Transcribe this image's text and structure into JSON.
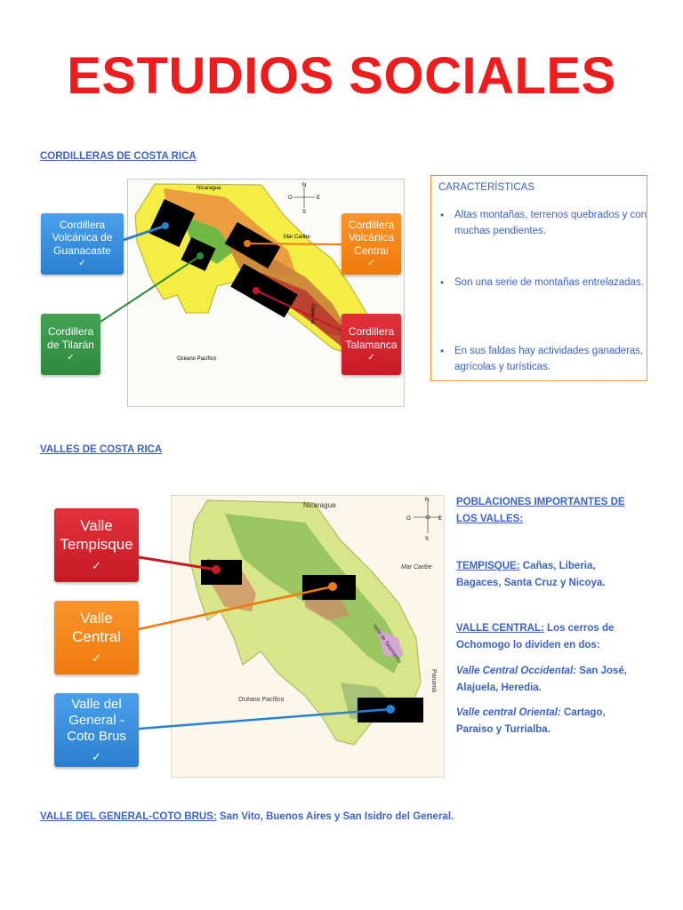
{
  "title": "ESTUDIOS SOCIALES",
  "section1": {
    "heading": "CORDILLERAS DE COSTA RICA",
    "map": {
      "country_label": "Nicaragua",
      "sea_label": "Mar Caribe",
      "ocean_label": "Océano Pacífico",
      "side_label": "Panamá",
      "compass": {
        "n": "N",
        "s": "S",
        "e": "E",
        "o": "O"
      }
    },
    "labels": {
      "guanacaste": "Cordillera Volcánica de Guanacaste",
      "central": "Cordillera Volcánica Central",
      "tilaran": "Cordillera de Tilarán",
      "talamanca": "Cordillera Talamanca",
      "check": "✓"
    },
    "box": {
      "heading": "CARACTERÍSTICAS",
      "items": [
        "Altas montañas, terrenos quebrados y con muchas pendientes.",
        "Son una serie de montañas entrelazadas.",
        "En sus faldas hay actividades ganaderas, agrícolas y turísticas."
      ]
    },
    "colors": {
      "blue": "#2a80d0",
      "orange": "#ef7a0c",
      "green": "#2e8a3f",
      "red": "#c81a24"
    }
  },
  "section2": {
    "heading": "VALLES DE COSTA RICA",
    "map": {
      "country_label": "Nicaragua",
      "sea_label": "Mar Caribe",
      "ocean_label": "Océano Pacífico",
      "side_label": "Panamá",
      "talamanca_label": "Valle de Talamanca",
      "compass": {
        "n": "N",
        "s": "S",
        "e": "E",
        "o": "O"
      }
    },
    "labels": {
      "tempisque": "Valle Tempisque",
      "central": "Valle Central",
      "general": "Valle del General - Coto Brus",
      "check": "✓"
    },
    "poblaciones": {
      "heading": "POBLACIONES IMPORTANTES DE LOS VALLES:",
      "tempisque_label": "TEMPISQUE:",
      "tempisque_text": "Cañas, Liberia, Bagaces, Santa Cruz y Nicoya.",
      "central_label": "VALLE CENTRAL:",
      "central_text": "Los cerros de Ochomogo lo dividen en dos:",
      "occidental_label": "Valle Central Occidental:",
      "occidental_text": "San José, Alajuela, Heredia.",
      "oriental_label": "Valle central Oriental:",
      "oriental_text": "Cartago, Paraiso y Turrialba."
    }
  },
  "footer": {
    "label": "VALLE DEL GENERAL-COTO BRUS:",
    "text": "San Vito, Buenos Aires y San Isidro del General."
  }
}
